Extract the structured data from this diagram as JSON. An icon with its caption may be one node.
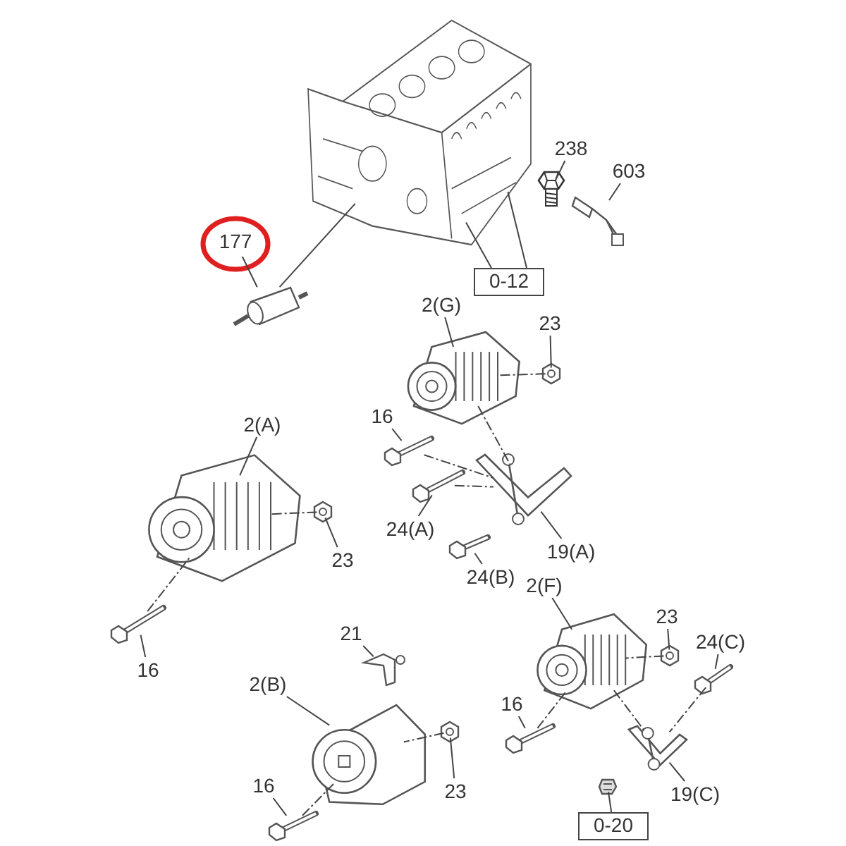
{
  "diagram": {
    "nodes": [
      {
        "text": [],
        "shape": "picture"
      },
      {
        "text": [
          "177"
        ]
      },
      {
        "text": [],
        "shape": "picture"
      },
      {
        "text": [
          "238"
        ]
      },
      {
        "text": [],
        "shape": "picture"
      },
      {
        "text": [
          "603"
        ]
      },
      {
        "text": [],
        "shape": "picture"
      },
      {
        "text": [
          "0-12"
        ]
      },
      {
        "text": [
          "2(G)"
        ]
      },
      {
        "text": [],
        "shape": "picture"
      },
      {
        "text": [
          "23"
        ]
      },
      {
        "text": [],
        "shape": "picture"
      },
      {
        "text": [
          "16"
        ]
      },
      {
        "text": [],
        "shape": "picture"
      },
      {
        "text": [],
        "shape": "picture"
      },
      {
        "text": [
          "24(A)"
        ]
      },
      {
        "text": [],
        "shape": "picture"
      },
      {
        "text": [
          "24(B)"
        ]
      },
      {
        "text": [],
        "shape": "picture"
      },
      {
        "text": [
          "19(A)"
        ]
      },
      {
        "text": [
          "2(A)"
        ]
      },
      {
        "text": [],
        "shape": "picture"
      },
      {
        "text": [
          "23"
        ]
      },
      {
        "text": [],
        "shape": "picture"
      },
      {
        "text": [
          "16"
        ]
      },
      {
        "text": [],
        "shape": "picture"
      },
      {
        "text": [
          "21"
        ]
      },
      {
        "text": [],
        "shape": "picture"
      },
      {
        "text": [
          "2(B)"
        ]
      },
      {
        "text": [],
        "shape": "picture"
      },
      {
        "text": [
          "16"
        ]
      },
      {
        "text": [],
        "shape": "picture"
      },
      {
        "text": [
          "23"
        ]
      },
      {
        "text": [],
        "shape": "picture"
      },
      {
        "text": [
          "2(F)"
        ]
      },
      {
        "text": [],
        "shape": "picture"
      },
      {
        "text": [
          "23"
        ]
      },
      {
        "text": [],
        "shape": "picture"
      },
      {
        "text": [
          "24(C)"
        ]
      },
      {
        "text": [],
        "shape": "picture"
      },
      {
        "text": [
          "16"
        ]
      },
      {
        "text": [],
        "shape": "picture"
      },
      {
        "text": [],
        "shape": "picture"
      },
      {
        "text": [
          "19(C)"
        ]
      },
      {
        "text": [
          "0-20"
        ]
      },
      {
        "text": [],
        "shape": "picture"
      }
    ],
    "edges": [
      {
        "from": 1,
        "to": 2,
        "arrow": "none"
      },
      {
        "from": 2,
        "to": 0,
        "arrow": "none"
      },
      {
        "from": 3,
        "to": 4,
        "arrow": "none"
      },
      {
        "from": 5,
        "to": 6,
        "arrow": "none"
      },
      {
        "from": 7,
        "to": 0,
        "arrow": "none"
      },
      {
        "from": 7,
        "to": 0,
        "arrow": "none"
      },
      {
        "from": 8,
        "to": 9,
        "arrow": "none"
      },
      {
        "from": 10,
        "to": 11,
        "arrow": "none"
      },
      {
        "from": 11,
        "to": 9,
        "arrow": "none",
        "style": "dashed"
      },
      {
        "from": 12,
        "to": 13,
        "arrow": "none"
      },
      {
        "from": 13,
        "to": 14,
        "arrow": "none",
        "style": "dashed"
      },
      {
        "from": 15,
        "to": 16,
        "arrow": "none"
      },
      {
        "from": 17,
        "to": 18,
        "arrow": "none"
      },
      {
        "from": 19,
        "to": 14,
        "arrow": "none"
      },
      {
        "from": 16,
        "to": 14,
        "arrow": "none",
        "style": "dashed"
      },
      {
        "from": 9,
        "to": 14,
        "arrow": "none",
        "style": "dashed"
      },
      {
        "from": 20,
        "to": 21,
        "arrow": "none"
      },
      {
        "from": 22,
        "to": 23,
        "arrow": "none"
      },
      {
        "from": 23,
        "to": 21,
        "arrow": "none",
        "style": "dashed"
      },
      {
        "from": 24,
        "to": 25,
        "arrow": "none"
      },
      {
        "from": 25,
        "to": 21,
        "arrow": "none",
        "style": "dashed"
      },
      {
        "from": 26,
        "to": 27,
        "arrow": "none"
      },
      {
        "from": 28,
        "to": 29,
        "arrow": "none"
      },
      {
        "from": 30,
        "to": 31,
        "arrow": "none"
      },
      {
        "from": 31,
        "to": 29,
        "arrow": "none",
        "style": "dashed"
      },
      {
        "from": 32,
        "to": 33,
        "arrow": "none"
      },
      {
        "from": 33,
        "to": 29,
        "arrow": "none",
        "style": "dashed"
      },
      {
        "from": 34,
        "to": 35,
        "arrow": "none"
      },
      {
        "from": 36,
        "to": 37,
        "arrow": "none"
      },
      {
        "from": 37,
        "to": 35,
        "arrow": "none",
        "style": "dashed"
      },
      {
        "from": 38,
        "to": 39,
        "arrow": "none"
      },
      {
        "from": 39,
        "to": 42,
        "arrow": "none",
        "style": "dashed"
      },
      {
        "from": 40,
        "to": 41,
        "arrow": "none"
      },
      {
        "from": 41,
        "to": 35,
        "arrow": "none",
        "style": "dashed"
      },
      {
        "from": 43,
        "to": 42,
        "arrow": "none"
      },
      {
        "from": 44,
        "to": 45,
        "arrow": "none"
      },
      {
        "from": 35,
        "to": 42,
        "arrow": "none",
        "style": "dashed"
      }
    ]
  }
}
